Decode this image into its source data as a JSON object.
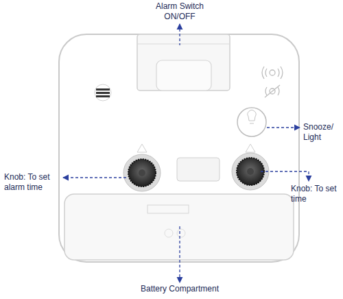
{
  "diagram": {
    "labels": [
      "Alarm Switch ON/OFF",
      "Snooze/ Light",
      "Knob: To set alarm time",
      "Knob: To set time",
      "Battery Compartment"
    ]
  }
}
